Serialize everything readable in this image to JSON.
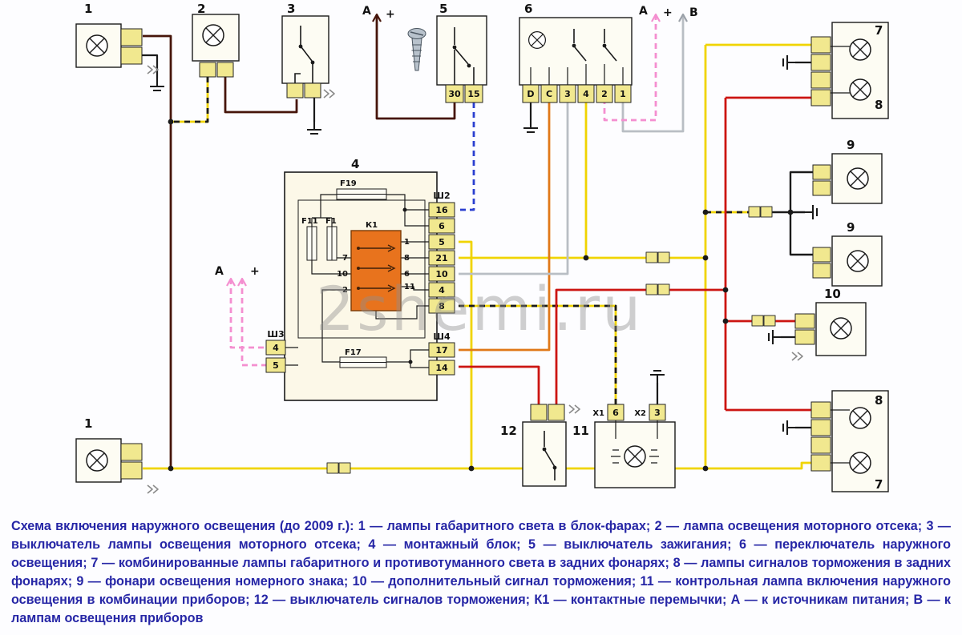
{
  "watermark": "2shemi.ru",
  "caption": "Схема включения наружного освещения (до 2009 г.): 1 — лампы габаритного света в блок-фарах; 2 — лампа освещения моторного отсека; 3 — выключатель лампы освещения моторного отсека; 4 — монтажный блок; 5 — выключатель зажигания; 6 — переключатель наружного освещения; 7 — комбинированные лампы габаритного и противотуманного света в задних фонарях; 8 — лампы сигналов торможения в задних фонарях; 9 — фонари освещения номерного знака; 10 — дополнительный сигнал торможения; 11 — контрольная лампа включения наружного освещения в комбинации приборов; 12 — выключатель сигналов торможения; К1 — контактные перемычки; А — к источникам питания; В — к лампам освещения приборов",
  "colors": {
    "wire_yellow": "#f0d400",
    "wire_red": "#cc1512",
    "wire_brown": "#46150a",
    "wire_orange": "#e07818",
    "wire_pink": "#f48fd0",
    "wire_blue": "#2b3fd0",
    "wire_gray": "#b9bec4",
    "wire_black": "#1a1a1a",
    "connector_fill": "#f1e88f",
    "relay_fill": "#e8731d"
  },
  "components": {
    "lamp1_top": {
      "label": "1"
    },
    "lamp1_bottom": {
      "label": "1"
    },
    "lamp2": {
      "label": "2"
    },
    "switch3": {
      "label": "3"
    },
    "block4": {
      "label": "4",
      "sh2_label": "Ш2",
      "sh3_label": "Ш3",
      "sh4_label": "Ш4",
      "f19": "F19",
      "f11": "F11",
      "f1": "F1",
      "f17": "F17",
      "k1": "К1",
      "sh2_pins": [
        "16",
        "6",
        "5",
        "21",
        "10",
        "4",
        "8"
      ],
      "sh3_pins": [
        "4",
        "5"
      ],
      "sh4_pins": [
        "17",
        "14"
      ],
      "k1_left_pins": [
        "7",
        "10",
        "2"
      ],
      "k1_right_pins": [
        "1",
        "8",
        "6",
        "11"
      ]
    },
    "ignition5": {
      "label": "5",
      "pins": [
        "30",
        "15"
      ]
    },
    "switch6": {
      "label": "6",
      "pins": [
        "D",
        "C",
        "3",
        "4",
        "2",
        "1"
      ]
    },
    "rear_cluster_top": {
      "position_lamp": "7",
      "stop_lamp": "8"
    },
    "plate_lamp_a": {
      "label": "9"
    },
    "plate_lamp_b": {
      "label": "9"
    },
    "stop_signal10": {
      "label": "10"
    },
    "cluster11": {
      "label": "11",
      "x1_label": "X1",
      "x1_pin": "6",
      "x2_label": "X2",
      "x2_pin": "3"
    },
    "stop_switch12": {
      "label": "12"
    },
    "rear_cluster_bottom": {
      "stop_lamp": "8",
      "position_lamp": "7"
    }
  },
  "arrows": {
    "a_top": {
      "label": "А",
      "plus": "+"
    },
    "a_mid": {
      "label": "А",
      "plus": "+"
    },
    "a_right": {
      "label": "А",
      "plus": "+"
    },
    "b_right": {
      "label": "В"
    }
  }
}
